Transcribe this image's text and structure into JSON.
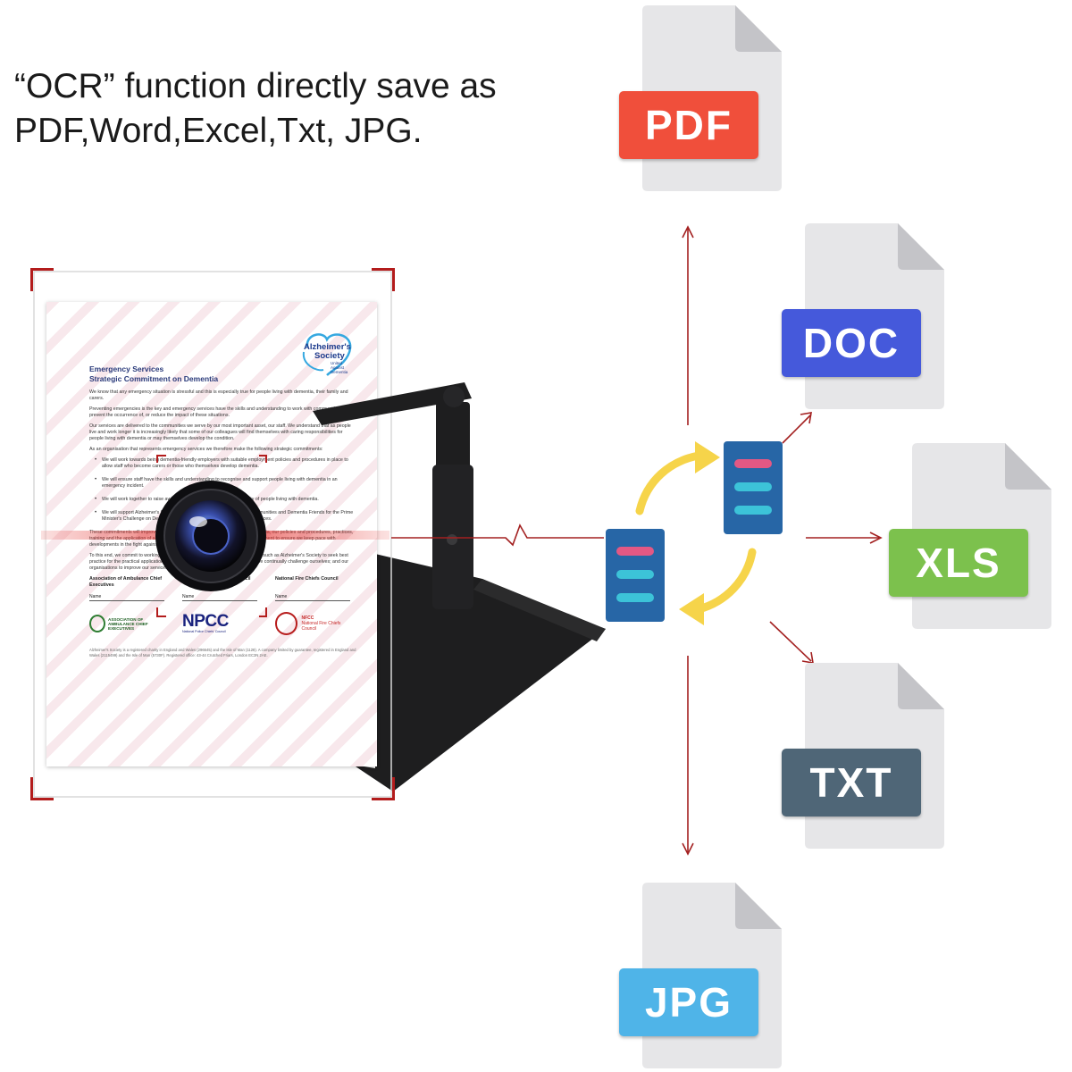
{
  "headline": {
    "line1": "“OCR” function directly save as",
    "line2": "PDF,Word,Excel,Txt, JPG."
  },
  "document": {
    "title_line1": "Emergency Services",
    "title_line2": "Strategic Commitment on Dementia",
    "logo": {
      "word1": "Alzheimer's",
      "word2": "Society",
      "tagline": "United Against Dementia"
    },
    "paragraphs": [
      "We know that any emergency situation is stressful and this is especially true for people living with dementia, their family and carers.",
      "Preventing emergencies is the key and emergency services have the skills and understanding to work with communities to prevent the occurrence of, or reduce the impact of these situations.",
      "Our services are delivered to the communities we serve by our most important asset, our staff. We understand that as people live and work longer it is increasingly likely that some of our colleagues will find themselves with caring responsibilities for people living with dementia or may themselves develop the condition.",
      "As an organisation that represents emergency services we therefore make the following strategic commitments:"
    ],
    "bullets": [
      "We will work towards being dementia-friendly employers with suitable employment policies and procedures in place to allow staff who become carers or those who themselves develop dementia.",
      "We will ensure staff have the skills and understanding to recognise and support people living with dementia in an emergency incident.",
      "We will work together to raise awareness and improve the general safety of people living with dementia.",
      "We will support Alzheimer's Society to develop more dementia-friendly communities and Dementia Friends for the Prime Minister's Challenge on Dementia and the subsequent duty on all public services."
    ],
    "paragraphs2": [
      "These commitments will improve our services and care for people living with dementia, our policies and procedures, practices, training and the application of all that we do will require regular updates and assessment to ensure we keep pace with developments in the fight against this disease.",
      "To this end, we commit to working closely with recognised experts in organisations such as Alzheimer's Society to seek best practice for the practical application of this pledge and to invite robust review as we continually challenge ourselves; and our organisations to improve our services in the communities we serve."
    ],
    "signatories": [
      {
        "heading": "Association of Ambulance Chief Executives",
        "name_label": "Name"
      },
      {
        "heading": "National Police Chiefs Council",
        "name_label": "Name"
      },
      {
        "heading": "National Fire Chiefs Council",
        "name_label": "Name"
      }
    ],
    "logos": {
      "ambulance": "ASSOCIATION OF AMBULANCE CHIEF EXECUTIVES",
      "npcc": "NPCC",
      "npcc_sub": "National Police Chiefs' Council",
      "nfcc_title": "NFCC",
      "nfcc_sub": "National Fire Chiefs Council"
    },
    "footer": "Alzheimer's Society is a registered charity in England and Wales (296645) and the Isle of Man (1128). A company limited by guarantee, registered in England and Wales (2115499) and the Isle of Man (5730F). Registered office: 43-44 Crutched Friars, London EC3N 2AE."
  },
  "formats": [
    {
      "label": "PDF",
      "color": "#f04f3b"
    },
    {
      "label": "DOC",
      "color": "#4559db"
    },
    {
      "label": "XLS",
      "color": "#7cc14d"
    },
    {
      "label": "TXT",
      "color": "#4f6677"
    },
    {
      "label": "JPG",
      "color": "#4fb4e8"
    }
  ],
  "colors": {
    "frame": "#b31c1c",
    "arrow": "#a32020",
    "cycle_arrow": "#f6d44a",
    "phone": "#2766a6",
    "bar_pink": "#e35884",
    "bar_cyan": "#3cc3d8",
    "file_body": "#e6e6e8",
    "file_fold": "#c4c4c8",
    "stand": "#1e1e1f"
  }
}
